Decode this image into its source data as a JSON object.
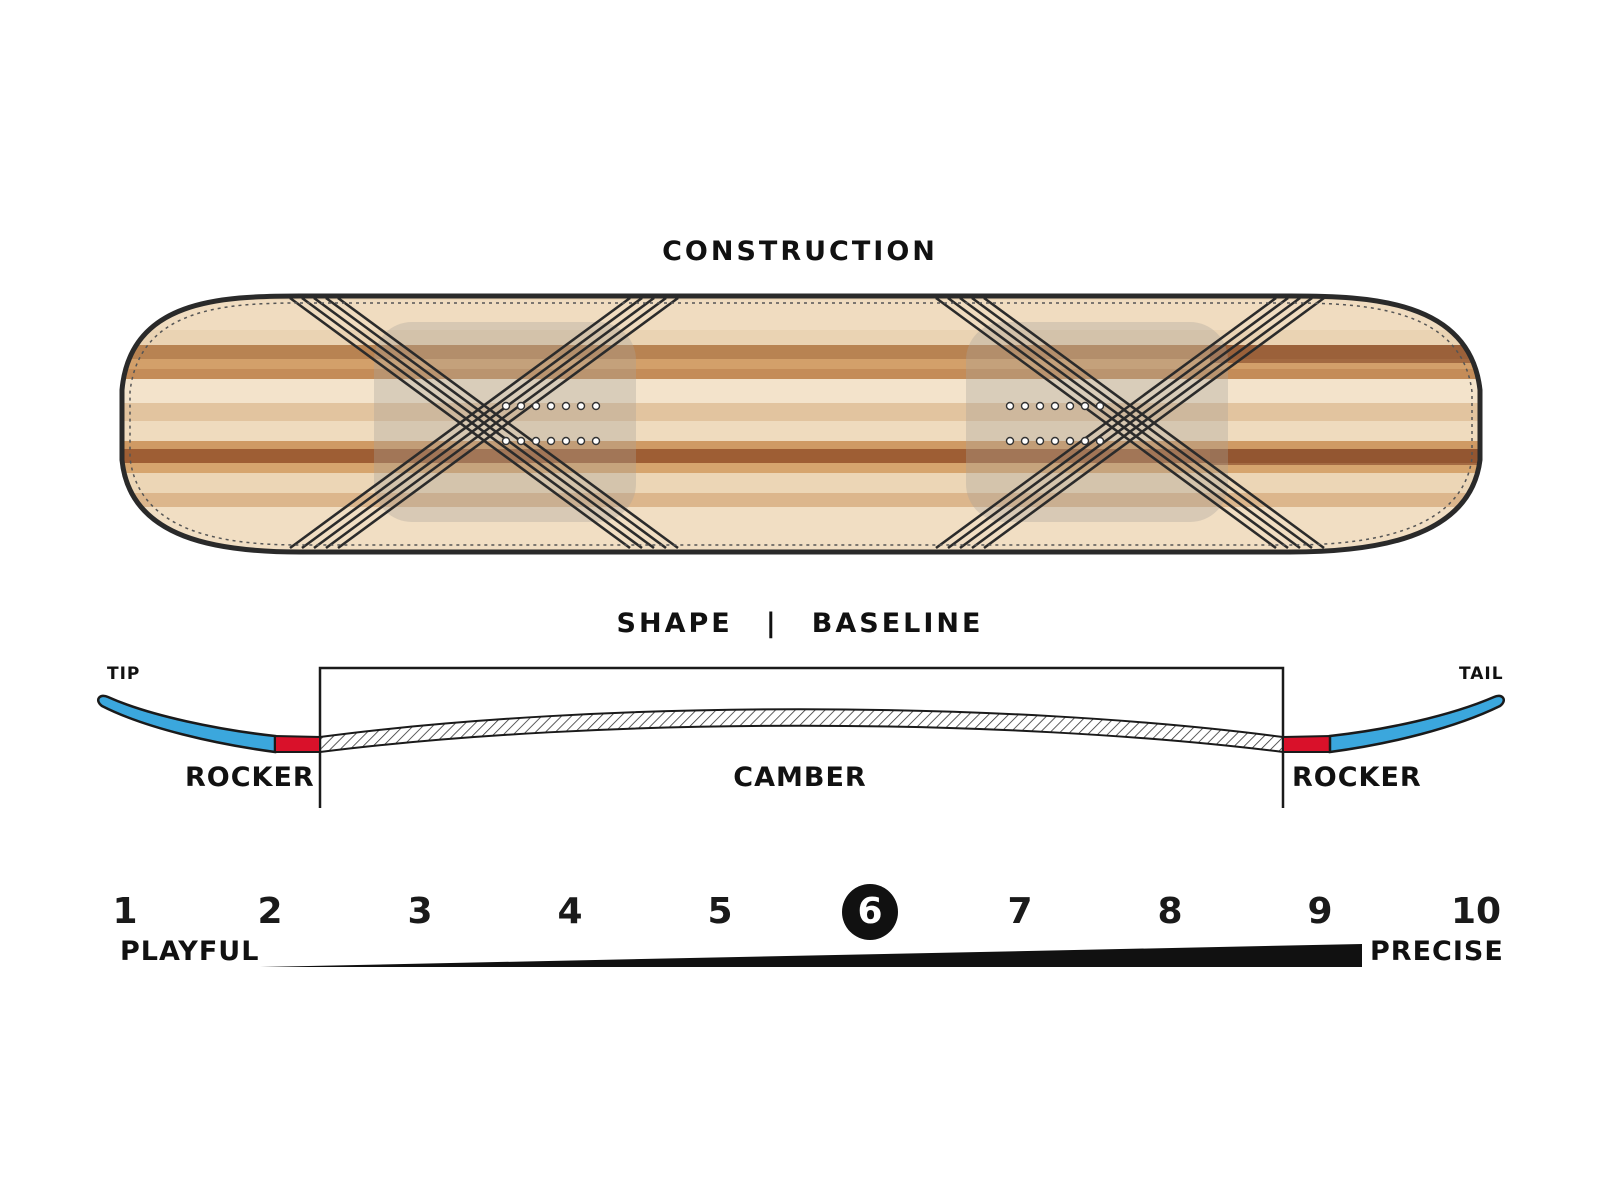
{
  "construction": {
    "title": "CONSTRUCTION"
  },
  "profile": {
    "title_left": "SHAPE",
    "divider": "|",
    "title_right": "BASELINE",
    "tip_label": "TIP",
    "tail_label": "TAIL",
    "left_zone": "ROCKER",
    "center_zone": "CAMBER",
    "right_zone": "ROCKER"
  },
  "scale": {
    "numbers": [
      "1",
      "2",
      "3",
      "4",
      "5",
      "6",
      "7",
      "8",
      "9",
      "10"
    ],
    "selected": 6,
    "min_label": "PLAYFUL",
    "max_label": "PRECISE"
  },
  "colors": {
    "rocker_blue": "#3ba7dd",
    "transition_red": "#d9112a",
    "ink": "#111111",
    "wood_light": "#e6c9a4",
    "wood_dark": "#a8663a"
  }
}
